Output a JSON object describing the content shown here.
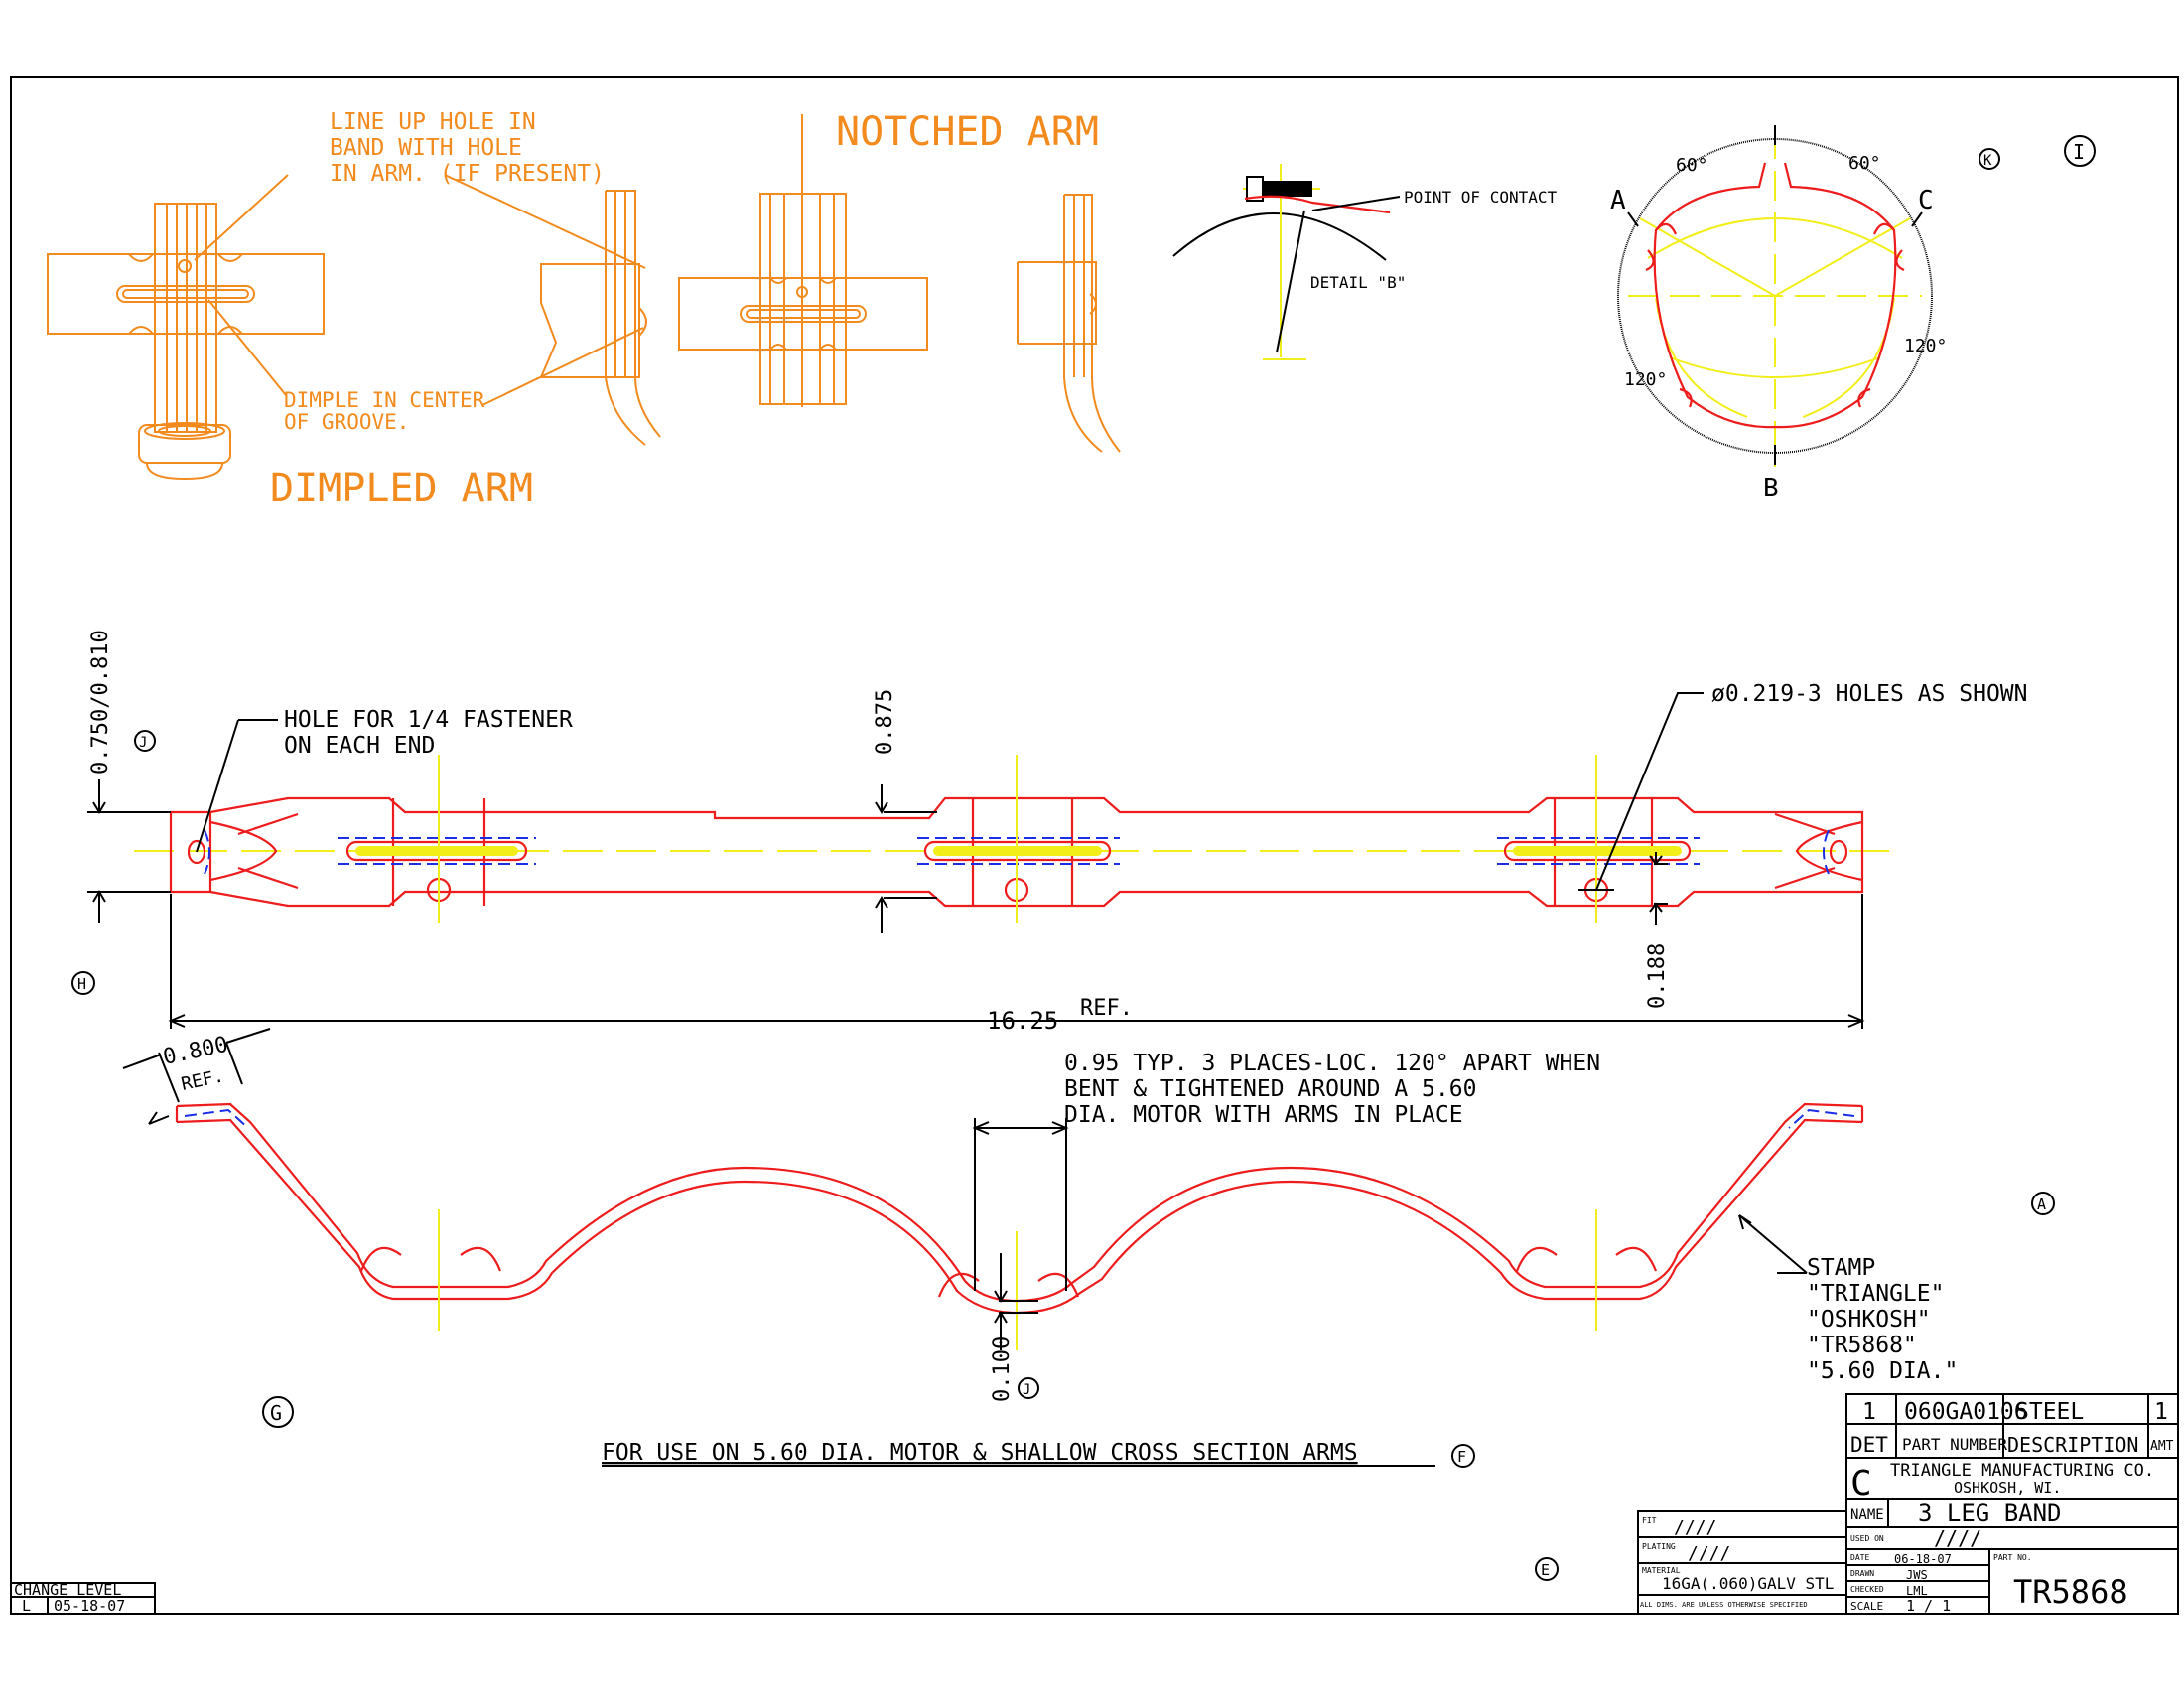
{
  "top_left": {
    "note_line_up": [
      "LINE UP HOLE IN",
      "BAND WITH HOLE",
      "IN ARM. (IF PRESENT)"
    ],
    "note_dimple": [
      "DIMPLE IN CENTER",
      "OF GROOVE."
    ],
    "title_dimpled": "DIMPLED ARM",
    "title_notched": "NOTCHED ARM"
  },
  "detail_b": {
    "point_of_contact": "POINT OF CONTACT",
    "label": "DETAIL \"B\""
  },
  "circle_view": {
    "label_a": "A",
    "label_b": "B",
    "label_c": "C",
    "angle_60_left": "60°",
    "angle_60_right": "60°",
    "angle_120_left": "120°",
    "angle_120_right": "120°",
    "marker_k": "K",
    "marker_i": "I"
  },
  "flat_view": {
    "dim_width": "0.750/0.810",
    "marker_j": "J",
    "marker_h": "H",
    "note_hole": [
      "HOLE FOR 1/4 FASTENER",
      "ON EACH END"
    ],
    "dim_0875": "0.875",
    "note_holes": "ø0.219-3 HOLES AS SHOWN",
    "dim_0188": "0.188",
    "dim_length": "16.25",
    "ref": "REF."
  },
  "profile_view": {
    "dim_0800": "0.800",
    "ref": "REF.",
    "note_095": [
      "0.95 TYP. 3 PLACES-LOC. 120° APART WHEN",
      "BENT & TIGHTENED AROUND A 5.60",
      "DIA. MOTOR WITH ARMS IN PLACE"
    ],
    "dim_0100": "0.100",
    "marker_j": "J",
    "marker_a": "A",
    "marker_g": "G",
    "stamp": [
      "STAMP",
      "\"TRIANGLE\"",
      "\"OSHKOSH\"",
      "\"TR5868\"",
      "\"5.60 DIA.\""
    ],
    "usage_note": "FOR USE ON 5.60 DIA. MOTOR & SHALLOW CROSS SECTION ARMS",
    "marker_f": "F",
    "marker_e": "E"
  },
  "title_block": {
    "qty": "1",
    "part_number": "060GA0106",
    "description": "STEEL",
    "amt": "1",
    "hdr_det": "DET",
    "hdr_part": "PART NUMBER",
    "hdr_desc": "DESCRIPTION",
    "hdr_amt": "AMT",
    "rev_letter": "C",
    "company": "TRIANGLE MANUFACTURING CO.",
    "city": "OSHKOSH, WI.",
    "name_label": "NAME",
    "name": "3 LEG BAND",
    "used_on_label": "USED ON",
    "used_on": "////",
    "date_label": "DATE",
    "date": "06-18-07",
    "part_no_label": "PART NO.",
    "drawn_label": "DRAWN",
    "drawn": "JWS",
    "checked_label": "CHECKED",
    "checked": "LML",
    "scale_label": "SCALE",
    "scale": "1 / 1",
    "part_no": "TR5868",
    "fit_label": "FIT",
    "fit": "////",
    "plating_label": "PLATING",
    "plating": "////",
    "material_label": "MATERIAL",
    "material": "16GA(.060)GALV STL",
    "note_dims": "ALL DIMS. ARE UNLESS OTHERWISE SPECIFIED"
  },
  "change_level": {
    "label": "CHANGE LEVEL",
    "level": "L",
    "date": "05-18-07"
  }
}
